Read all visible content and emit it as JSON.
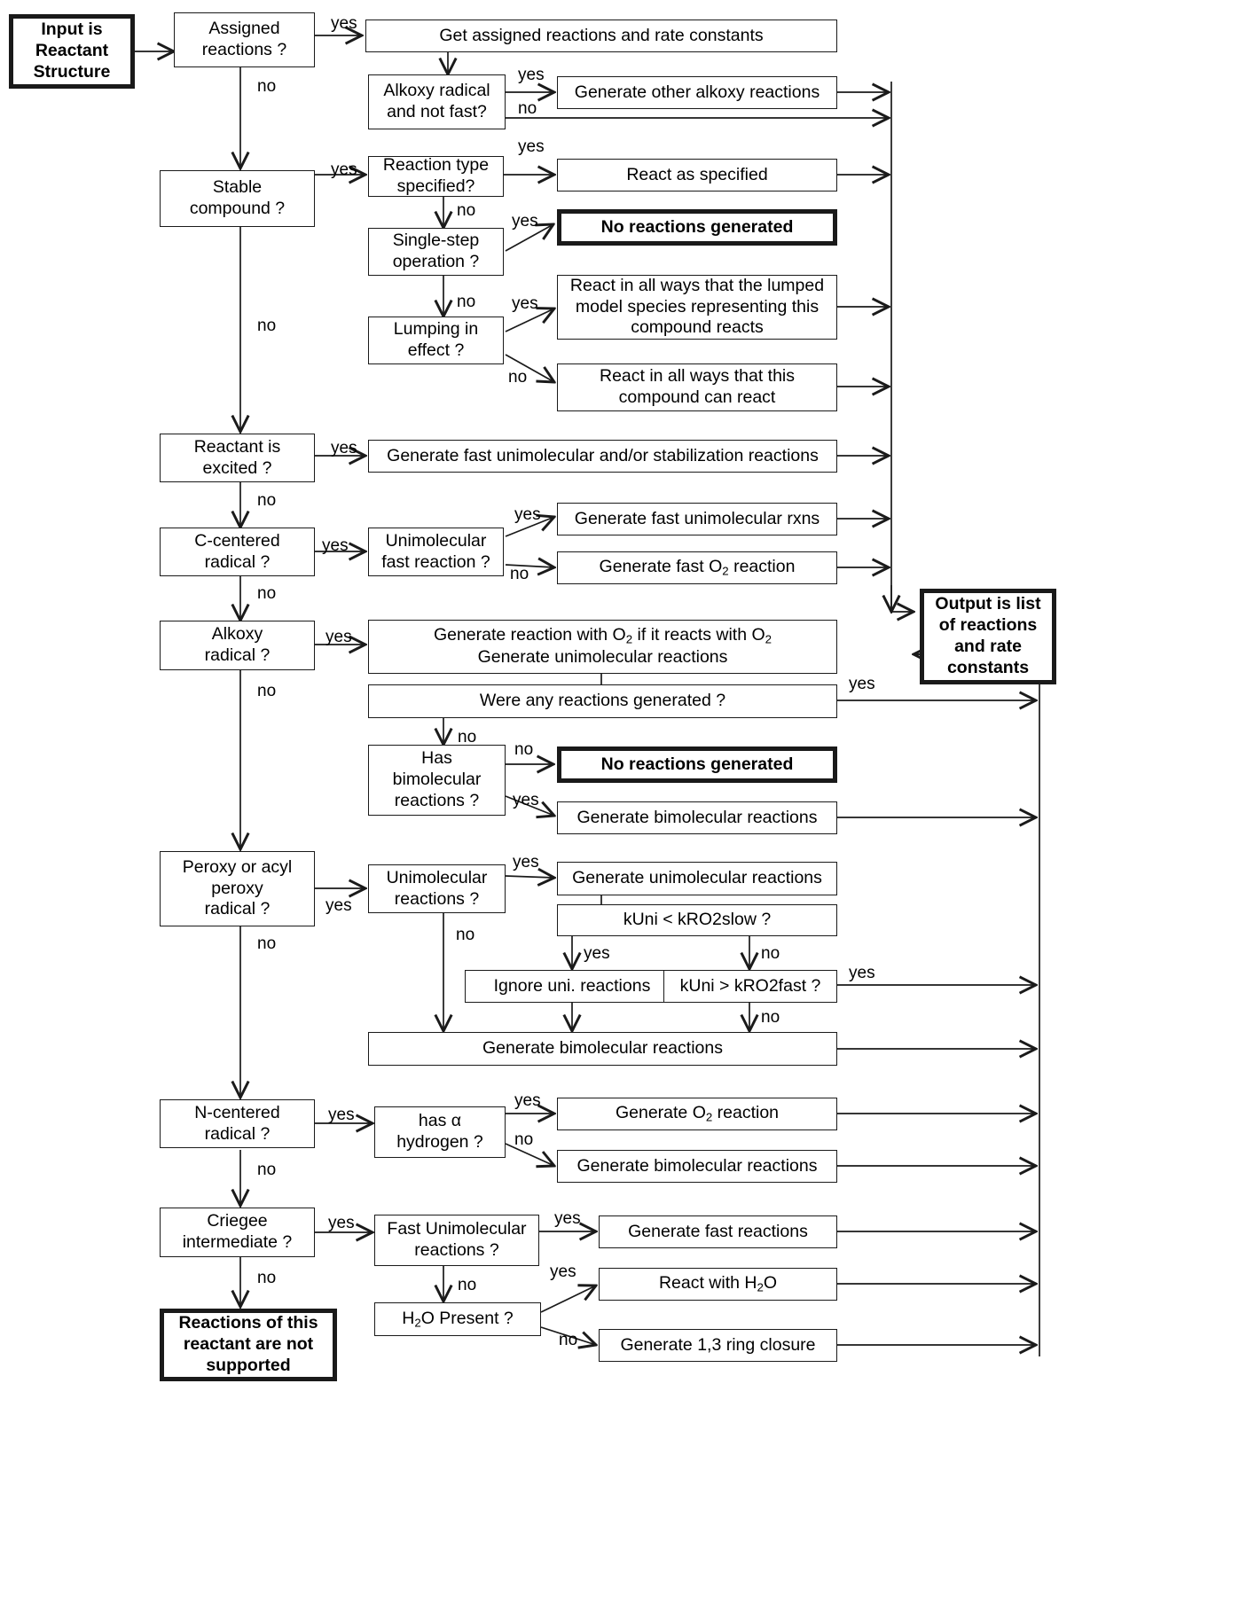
{
  "title": "Reaction generation decision flowchart",
  "nodes": {
    "input": "Input is\nReactant\nStructure",
    "assigned_reactions": "Assigned\nreactions ?",
    "get_assigned": "Get assigned reactions and rate constants",
    "alkoxy_not_fast": "Alkoxy radical\nand not fast?",
    "gen_other_alkoxy": "Generate other alkoxy reactions",
    "stable_compound": "Stable\ncompound ?",
    "reaction_type": "Reaction type\nspecified?",
    "react_as_specified": "React as specified",
    "single_step": "Single-step\noperation ?",
    "no_rxn_generated_1": "No reactions generated",
    "lumping": "Lumping in\neffect ?",
    "react_lumped": "React in all ways that the lumped\nmodel species representing this\ncompound reacts",
    "react_all_ways": "React in all ways that this\ncompound can react",
    "reactant_excited": "Reactant is\nexcited ?",
    "gen_fast_uni_stab": "Generate fast  unimolecular and/or stabilization reactions",
    "c_centered": "C-centered\nradical ?",
    "uni_fast_reaction": "Unimolecular\nfast reaction ?",
    "gen_fast_uni_rxns": "Generate fast unimolecular rxns",
    "gen_fast_o2": "Generate fast O2 reaction",
    "alkoxy_radical": "Alkoxy\nradical ?",
    "gen_o2_uni": "Generate reaction with O2 if it reacts with O2\nGenerate unimolecular reactions",
    "were_any": "Were any reactions generated ?",
    "has_bimolecular": "Has\nbimolecular\nreactions ?",
    "no_rxn_generated_2": "No reactions generated",
    "gen_bimolecular_1": "Generate bimolecular reactions",
    "peroxy": "Peroxy or acyl\nperoxy\nradical ?",
    "uni_reactions": "Unimolecular\nreactions ?",
    "gen_uni_reactions": "Generate unimolecular reactions",
    "kuni_slow": "kUni < kRO2slow ?",
    "ignore_uni": "Ignore uni. reactions",
    "kuni_fast": "kUni > kRO2fast  ?",
    "gen_bimolecular_2": "Generate bimolecular reactions",
    "n_centered": "N-centered\nradical ?",
    "has_alpha_h": "has α\nhydrogen ?",
    "gen_o2_reaction": "Generate O2 reaction",
    "gen_bimolecular_3": "Generate bimolecular reactions",
    "criegee": "Criegee\nintermediate ?",
    "fast_uni_reactions": "Fast Unimolecular\nreactions ?",
    "gen_fast_reactions": "Generate fast reactions",
    "h2o_present": "H2O Present ?",
    "react_with_h2o": "React with H2O",
    "gen_ring_closure": "Generate 1,3 ring closure",
    "not_supported": "Reactions of this\nreactant are not\nsupported",
    "output": "Output is list\nof reactions\nand rate\nconstants"
  },
  "edge_labels": {
    "yes": "yes",
    "no": "no"
  },
  "colors": {
    "line": "#1a1a1a",
    "background": "#ffffff",
    "text": "#000000"
  }
}
